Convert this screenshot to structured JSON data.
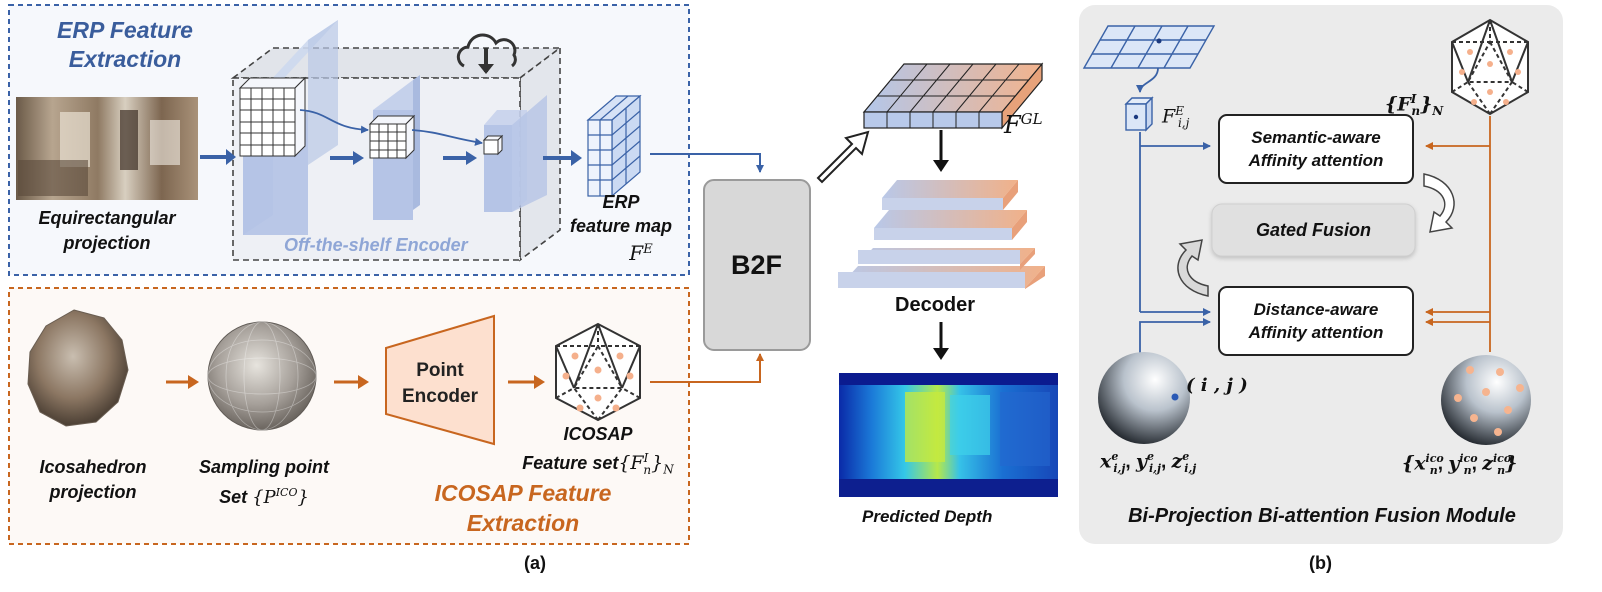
{
  "panel_a": {
    "erp": {
      "title_line1": "ERP Feature",
      "title_line2": "Extraction",
      "input_line1": "Equirectangular",
      "input_line2": "projection",
      "encoder": "Off-the-shelf Encoder",
      "map_line1": "ERP",
      "map_line2": "feature map",
      "map_symbol": "F",
      "map_sup": "E"
    },
    "ico": {
      "title_line1": "ICOSAP Feature",
      "title_line2": "Extraction",
      "input_line1": "Icosahedron",
      "input_line2": "projection",
      "sampling_line1": "Sampling point",
      "sampling_line2": "Set",
      "sampling_symbol": "{P",
      "sampling_sup": "ICO",
      "sampling_close": "}",
      "encoder_line1": "Point",
      "encoder_line2": "Encoder",
      "set_line1": "ICOSAP",
      "set_line2": "Feature set",
      "set_symbol": "{F",
      "set_sup": "I",
      "set_sub": "n",
      "set_close": "}",
      "set_close_sub": "N"
    },
    "b2f": "B2F",
    "fgl_symbol": "F",
    "fgl_sup": "GL",
    "decoder": "Decoder",
    "predicted_depth": "Predicted Depth",
    "caption": "(a)"
  },
  "panel_b": {
    "fe_symbol": "F",
    "fe_sup": "E",
    "fe_sub": "i,j",
    "fin_symbol": "{F",
    "fin_sup": "I",
    "fin_sub": "n",
    "fin_close": "}",
    "fin_close_sub": "N",
    "semantic_line1": "Semantic-aware",
    "semantic_line2": "Affinity attention",
    "gated": "Gated Fusion",
    "distance_line1": "Distance-aware",
    "distance_line2": "Affinity attention",
    "ij": "( i , j )",
    "erp_coords": {
      "x": "x",
      "y": "y",
      "z": "z",
      "sup": "e",
      "sub": "i,j"
    },
    "ico_coords": {
      "x": "x",
      "y": "y",
      "z": "z",
      "sup": "ico",
      "sub": "n"
    },
    "title": "Bi-Projection Bi-attention Fusion Module",
    "caption": "(b)"
  },
  "colors": {
    "blue": "#3a62a7",
    "orange": "#c8661f",
    "title_blue": "#3a5d9c",
    "title_orange": "#c8661f",
    "panel_gray": "#ebebeb",
    "b2f_gray": "#d8d8d8"
  }
}
